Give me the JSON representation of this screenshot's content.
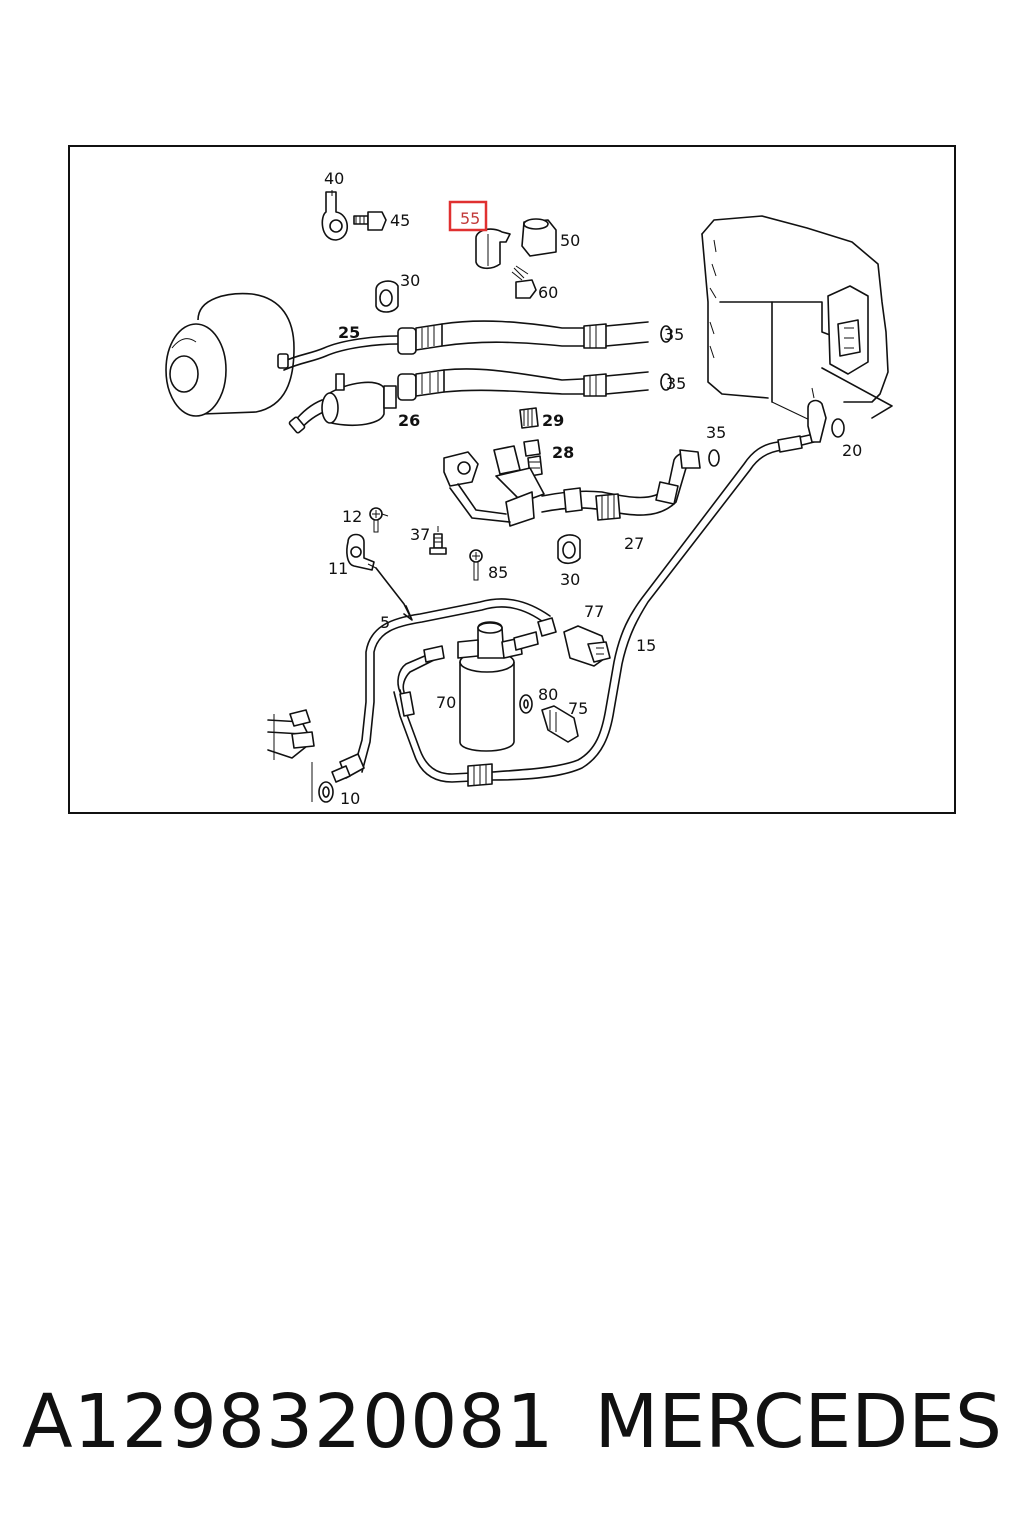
{
  "diagram": {
    "highlighted_callout": "55",
    "callouts": [
      "40",
      "45",
      "55",
      "50",
      "60",
      "30",
      "25",
      "35",
      "35",
      "26",
      "29",
      "28",
      "35",
      "20",
      "12",
      "37",
      "11",
      "85",
      "30",
      "27",
      "5",
      "77",
      "15",
      "70",
      "80",
      "75",
      "10"
    ]
  },
  "footer": {
    "part_number": "A1298320081",
    "brand": "MERCEDES"
  }
}
